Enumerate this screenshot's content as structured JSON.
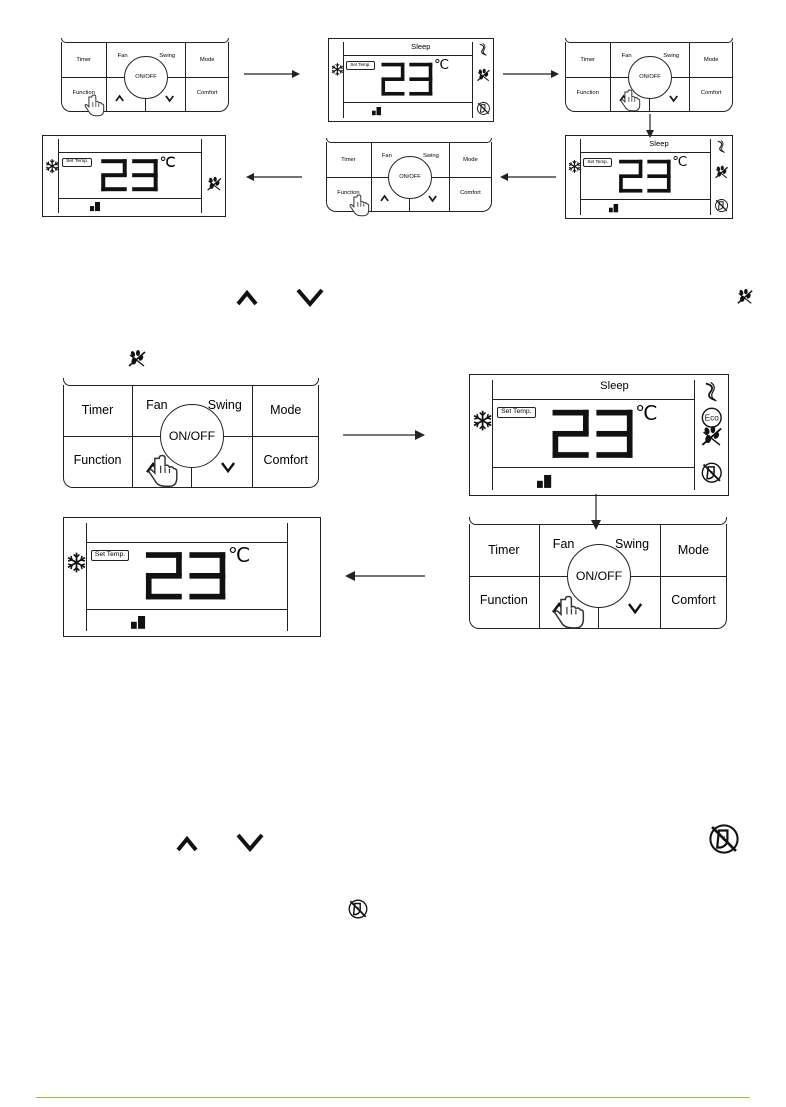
{
  "keypad": {
    "timer": "Timer",
    "fan": "Fan",
    "swing": "Swing",
    "mode": "Mode",
    "function": "Function",
    "comfort": "Comfort",
    "onoff": "ON/OFF"
  },
  "display": {
    "sleep": "Sleep",
    "set_temp": "Set Temp.",
    "temperature": "23",
    "unit": "℃"
  },
  "icons": [
    "up-arrow-icon",
    "down-arrow-icon",
    "health-icon",
    "sleep-off-icon",
    "snowflake-icon",
    "pointing-hand-icon"
  ]
}
